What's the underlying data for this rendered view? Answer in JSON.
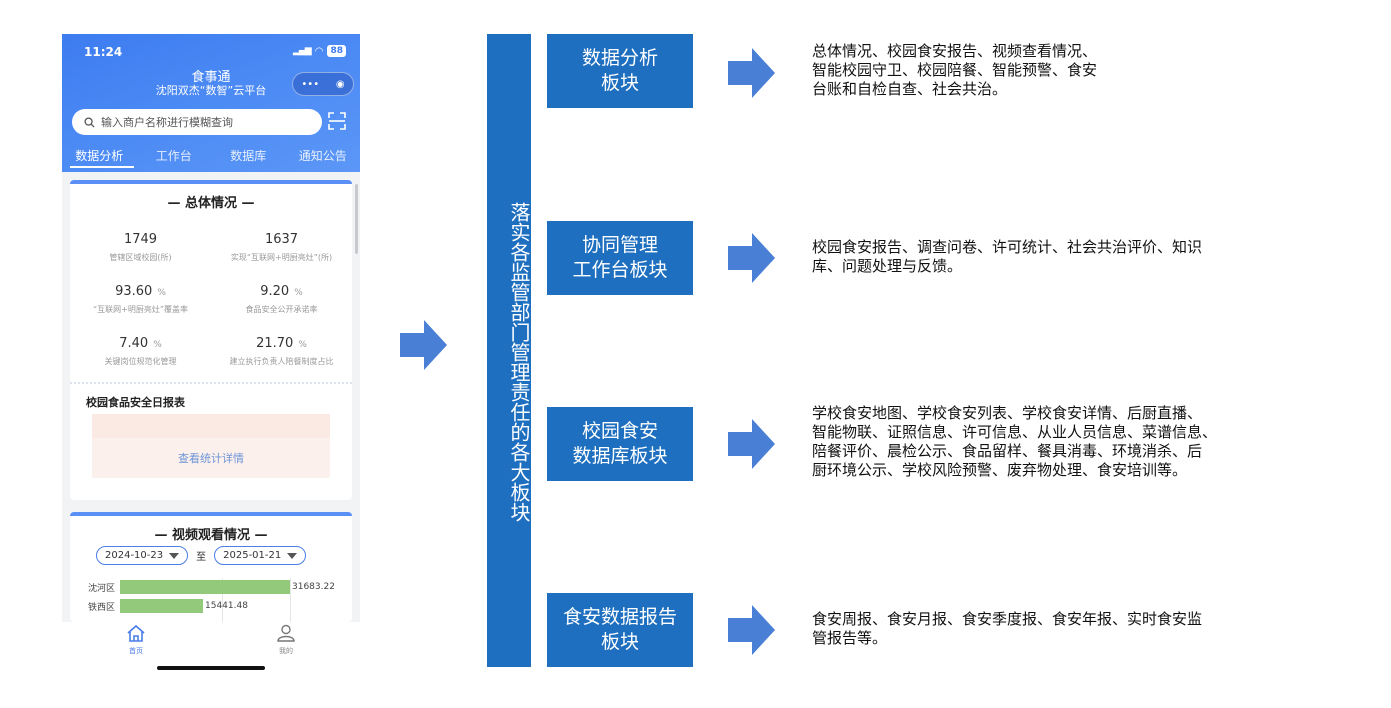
{
  "phone": {
    "status_time": "11:24",
    "battery": "88",
    "app_title": "食事通",
    "app_subtitle": "沈阳双杰“数智”云平台",
    "capsule_more": "•••",
    "capsule_close": "◉",
    "search_placeholder": "输入商户名称进行模糊查询",
    "tabs": [
      "数据分析",
      "工作台",
      "数据库",
      "通知公告"
    ],
    "overview_title": "— 总体情况 —",
    "stats": [
      {
        "value": "1749",
        "unit": "",
        "label": "管辖区域校园(所)"
      },
      {
        "value": "1637",
        "unit": "",
        "label": "实现“互联网+明厨亮灶”(所)"
      },
      {
        "value": "93.60",
        "unit": "%",
        "label": "“互联网+明厨亮灶”覆盖率"
      },
      {
        "value": "9.20",
        "unit": "%",
        "label": "食品安全公开承诺率"
      },
      {
        "value": "7.40",
        "unit": "%",
        "label": "关键岗位规范化管理"
      },
      {
        "value": "21.70",
        "unit": "%",
        "label": "建立执行负责人陪餐制度占比"
      }
    ],
    "daily_report_title": "校园食品安全日报表",
    "daily_report_link": "查看统计详情",
    "video_title": "— 视频观看情况 —",
    "date_from": "2024-10-23",
    "date_to_sep": "至",
    "date_to": "2025-01-21",
    "video_bars": [
      {
        "label": "沈河区",
        "value": 31683.22,
        "text": "31683.22"
      },
      {
        "label": "铁西区",
        "value": 15441.48,
        "text": "15441.48"
      }
    ],
    "nav": [
      "首页",
      "我的"
    ]
  },
  "diagram": {
    "vertical_title": "落实各监管部门管理责任的各大板块",
    "blocks": [
      {
        "name": "数据分析\n板块",
        "desc": "总体情况、校园食安报告、视频查看情况、\n智能校园守卫、校园陪餐、智能预警、食安\n台账和自检自查、社会共治。"
      },
      {
        "name": "协同管理\n工作台板块",
        "desc": "校园食安报告、调查问卷、许可统计、社会共治评价、知识\n库、问题处理与反馈。"
      },
      {
        "name": "校园食安\n数据库板块",
        "desc": "学校食安地图、学校食安列表、学校食安详情、后厨直播、\n智能物联、证照信息、许可信息、从业人员信息、菜谱信息、\n陪餐评价、晨检公示、食品留样、餐具消毒、环境消杀、后\n厨环境公示、学校风险预警、废弃物处理、食安培训等。"
      },
      {
        "name": "食安数据报告\n板块",
        "desc": "食安周报、食安月报、食安季度报、食安年报、实时食安监\n管报告等。"
      }
    ]
  },
  "colors": {
    "block_blue": "#1e6fbf",
    "arrow_blue": "#4a7fd6",
    "phone_header": "#4a86f2",
    "bar_green": "#93c97a"
  }
}
